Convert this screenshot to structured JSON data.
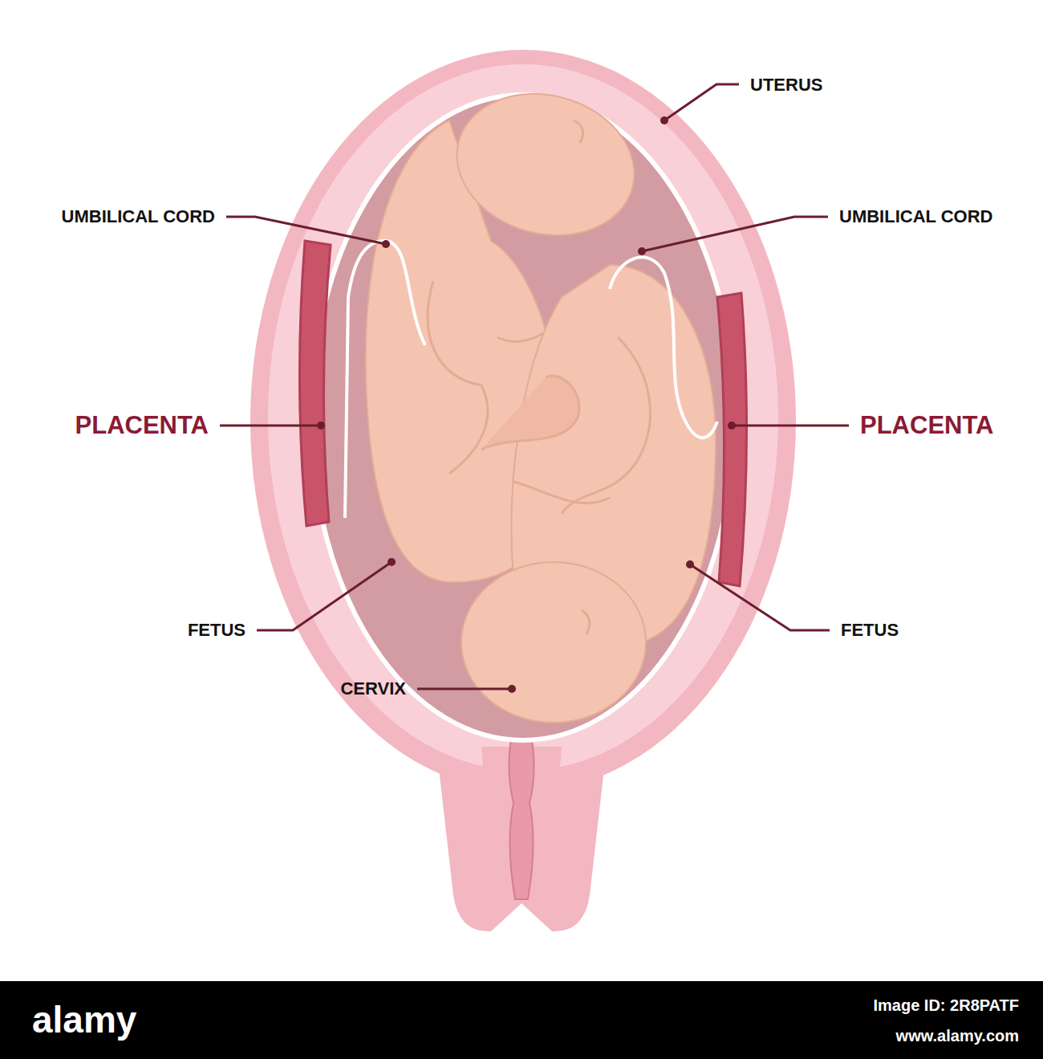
{
  "diagram": {
    "labels": [
      "UTERUS",
      "UMBILICAL CORD",
      "UMBILICAL CORD",
      "PLACENTA",
      "PLACENTA",
      "FETUS",
      "FETUS",
      "CERVIX",
      "alamy",
      "Image ID: 2R8PATF",
      "www.alamy.com"
    ]
  }
}
